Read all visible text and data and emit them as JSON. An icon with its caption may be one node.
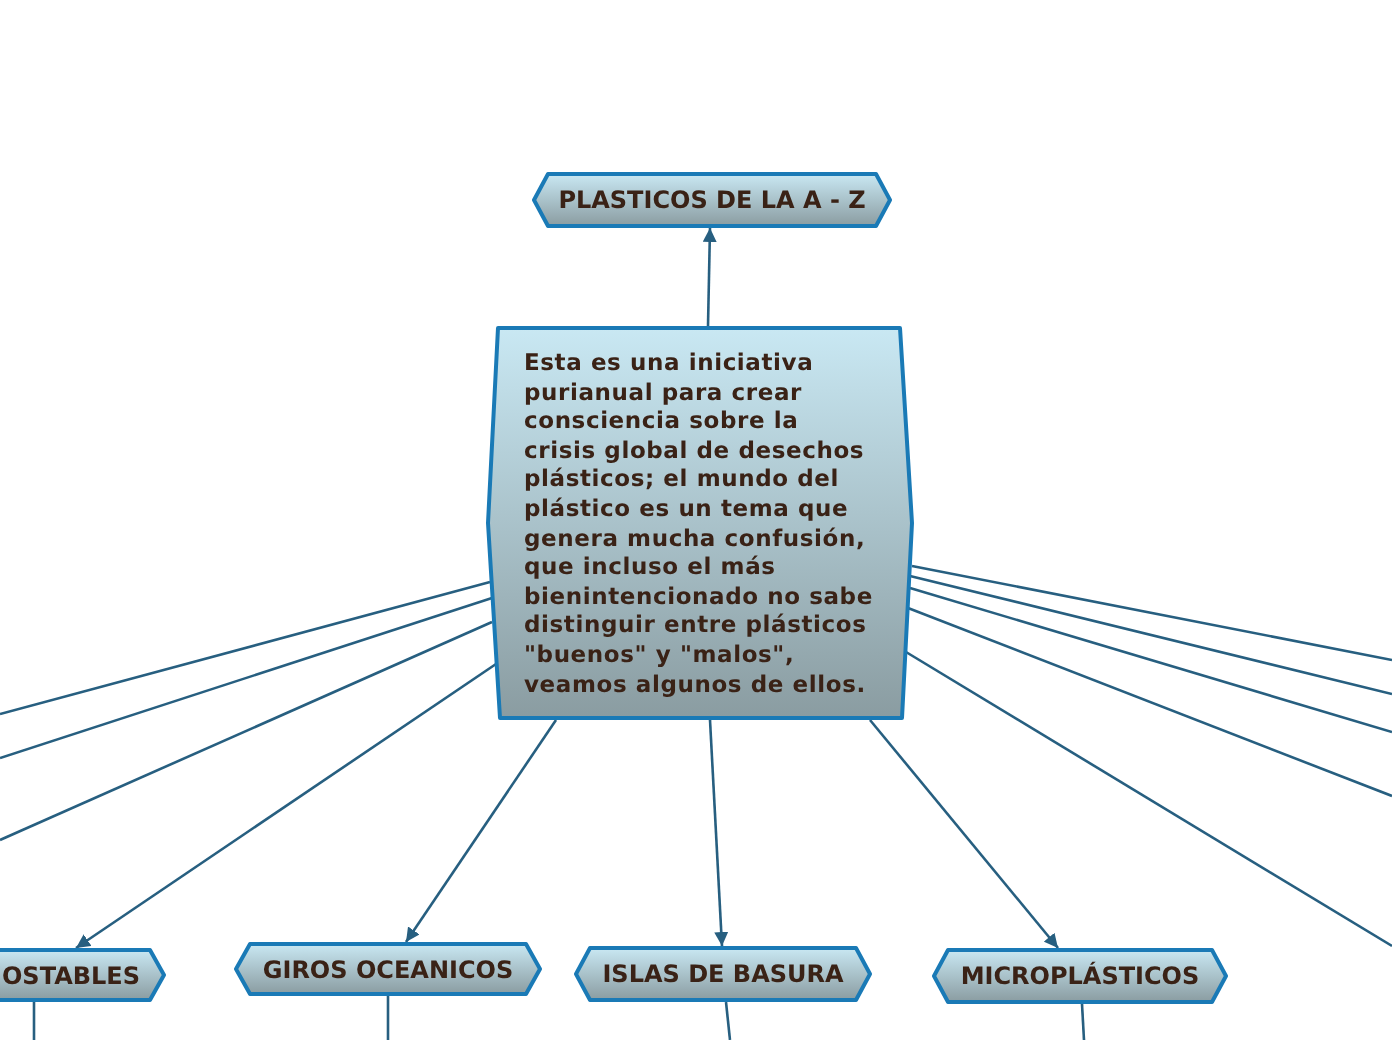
{
  "diagram": {
    "nodes": [
      {
        "text": [
          "PLASTICOS DE LA A - Z"
        ]
      },
      {
        "text": [
          "Esta es una iniciativa purianual para crear consciencia sobre la crisis global de desechos plásticos; el mundo del plástico es un tema que genera mucha confusión, que incluso el más bienintencionado no sabe distinguir entre plásticos \"buenos\" y \"malos\", veamos algunos de ellos."
        ]
      },
      {
        "text": [
          "OSTABLES"
        ]
      },
      {
        "text": [
          "GIROS OCEANICOS"
        ]
      },
      {
        "text": [
          "ISLAS DE BASURA"
        ]
      },
      {
        "text": [
          "MICROPLÁSTICOS"
        ]
      }
    ],
    "edges": [
      {
        "from": 1,
        "to": 0,
        "arrow": "to"
      },
      {
        "from": 1,
        "to": null,
        "arrow": "none"
      },
      {
        "from": 1,
        "to": null,
        "arrow": "none"
      },
      {
        "from": 1,
        "to": null,
        "arrow": "none"
      },
      {
        "from": 1,
        "to": 2,
        "arrow": "to"
      },
      {
        "from": 1,
        "to": 3,
        "arrow": "to"
      },
      {
        "from": 1,
        "to": 4,
        "arrow": "to"
      },
      {
        "from": 1,
        "to": 5,
        "arrow": "to"
      },
      {
        "from": 1,
        "to": null,
        "arrow": "none"
      },
      {
        "from": 1,
        "to": null,
        "arrow": "none"
      },
      {
        "from": 1,
        "to": null,
        "arrow": "none"
      },
      {
        "from": 1,
        "to": null,
        "arrow": "none"
      },
      {
        "from": 1,
        "to": null,
        "arrow": "none"
      },
      {
        "from": 2,
        "to": null,
        "arrow": "none"
      },
      {
        "from": 3,
        "to": null,
        "arrow": "none"
      },
      {
        "from": 4,
        "to": null,
        "arrow": "none"
      },
      {
        "from": 5,
        "to": null,
        "arrow": "none"
      }
    ]
  }
}
